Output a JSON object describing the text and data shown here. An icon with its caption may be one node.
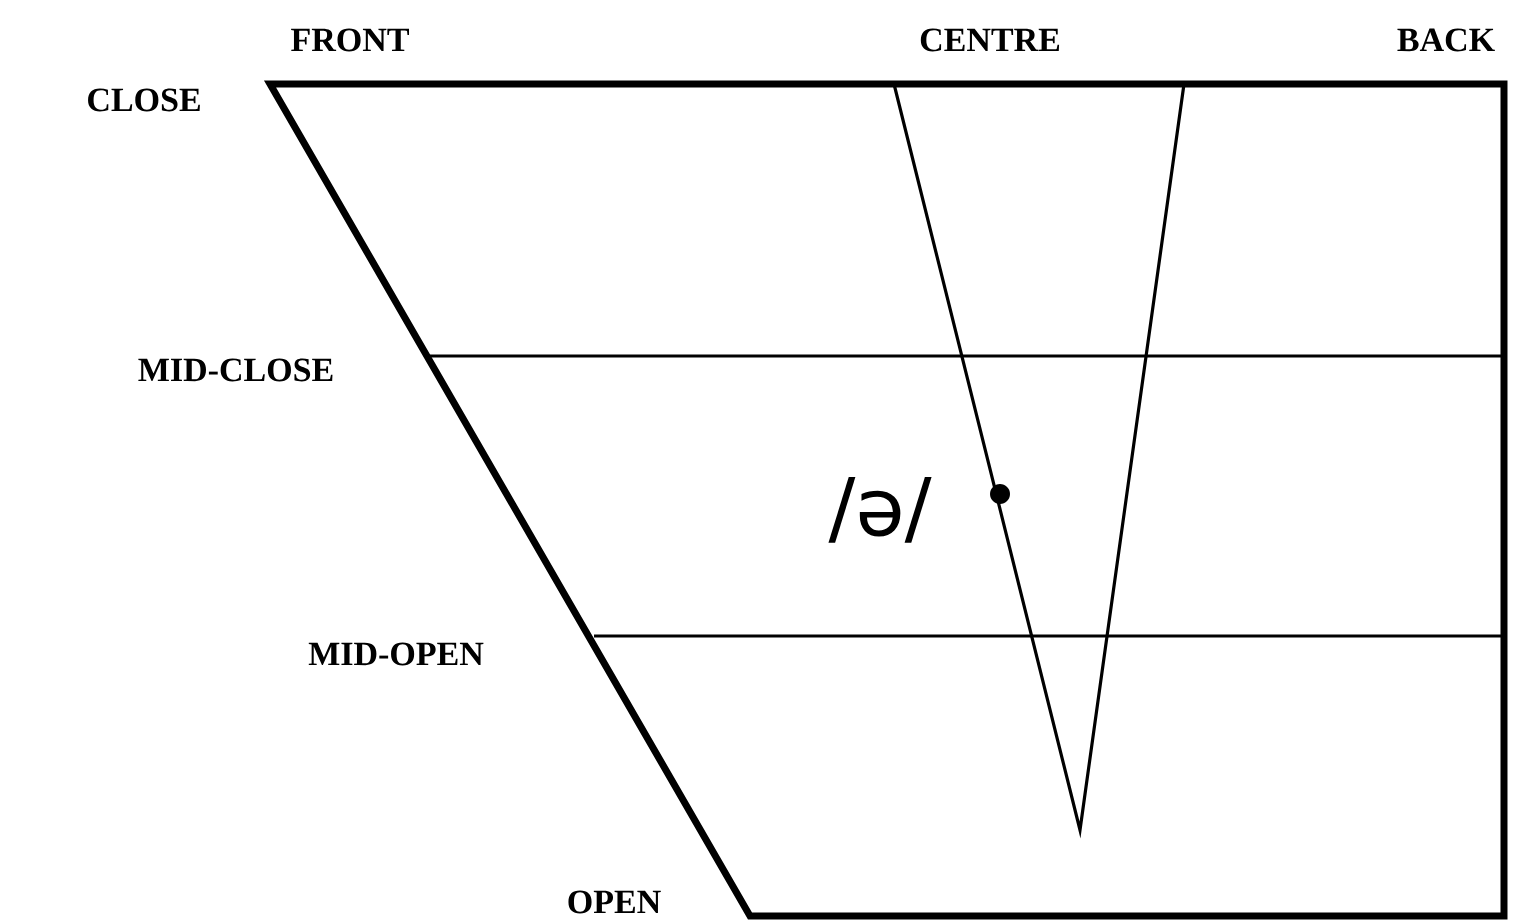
{
  "diagram": {
    "labels": [
      "FRONT",
      "CENTRE",
      "BACK",
      "CLOSE",
      "MID-CLOSE",
      "/ə/",
      "MID-OPEN",
      "OPEN"
    ]
  }
}
